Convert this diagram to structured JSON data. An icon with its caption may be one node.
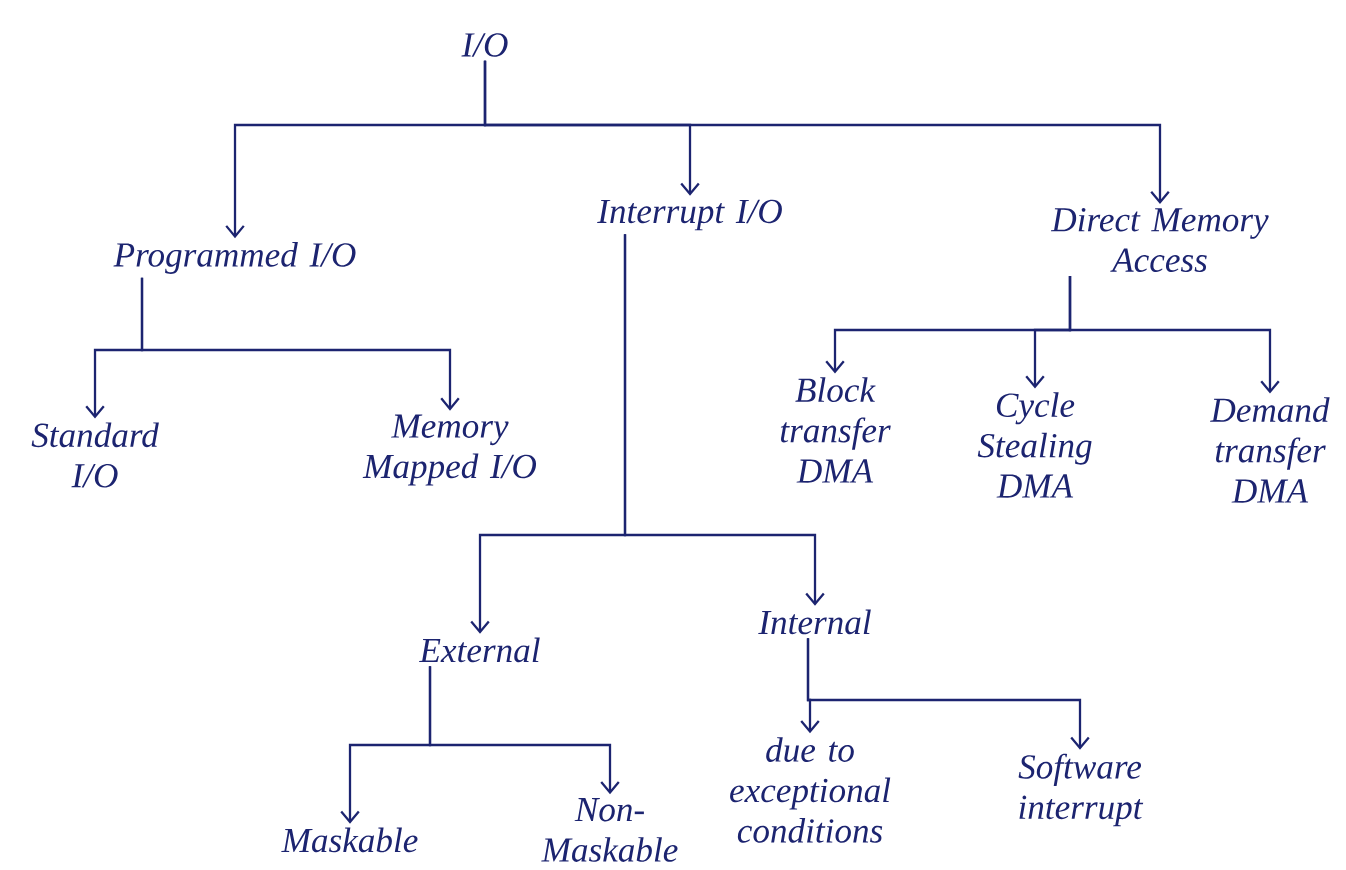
{
  "diagram": {
    "nodes": [
      {
        "text": [
          "I/O"
        ]
      },
      {
        "text": [
          "Programmed I/O"
        ]
      },
      {
        "text": [
          "Interrupt I/O"
        ]
      },
      {
        "text": [
          "Direct Memory Access"
        ]
      },
      {
        "text": [
          "Standard I/O"
        ]
      },
      {
        "text": [
          "Memory Mapped I/O"
        ]
      },
      {
        "text": [
          "Block transfer DMA"
        ]
      },
      {
        "text": [
          "Cycle Stealing DMA"
        ]
      },
      {
        "text": [
          "Demand transfer DMA"
        ]
      },
      {
        "text": [
          "External"
        ]
      },
      {
        "text": [
          "Internal"
        ]
      },
      {
        "text": [
          "Maskable"
        ]
      },
      {
        "text": [
          "Non-Maskable"
        ]
      },
      {
        "text": [
          "due to exceptional conditions"
        ]
      },
      {
        "text": [
          "Software interrupt"
        ]
      }
    ],
    "edges": [
      {
        "from": 0,
        "to": 1,
        "arrow": "to"
      },
      {
        "from": 0,
        "to": 2,
        "arrow": "to"
      },
      {
        "from": 0,
        "to": 3,
        "arrow": "to"
      },
      {
        "from": 1,
        "to": 4,
        "arrow": "to"
      },
      {
        "from": 1,
        "to": 5,
        "arrow": "to"
      },
      {
        "from": 3,
        "to": 6,
        "arrow": "to"
      },
      {
        "from": 3,
        "to": 7,
        "arrow": "to"
      },
      {
        "from": 3,
        "to": 8,
        "arrow": "to"
      },
      {
        "from": 2,
        "to": 9,
        "arrow": "to"
      },
      {
        "from": 2,
        "to": 10,
        "arrow": "to"
      },
      {
        "from": 9,
        "to": 11,
        "arrow": "to"
      },
      {
        "from": 9,
        "to": 12,
        "arrow": "to"
      },
      {
        "from": 10,
        "to": 13,
        "arrow": "to"
      },
      {
        "from": 10,
        "to": 14,
        "arrow": "to"
      }
    ]
  }
}
